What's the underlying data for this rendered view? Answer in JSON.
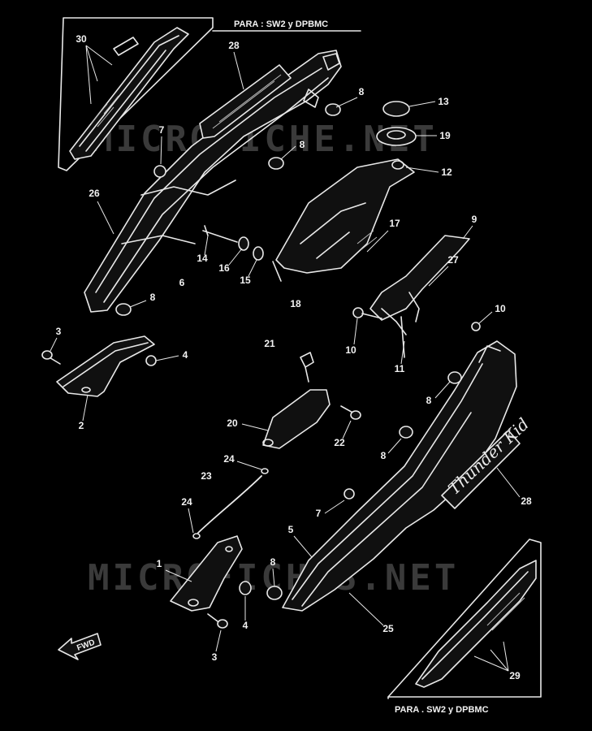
{
  "watermarks": [
    "MICROFICHE.NET",
    "MICROFICHES.NET"
  ],
  "insets": {
    "top_label": "PARA : SW2 y DPBMC",
    "bottom_label": "PARA . SW2 y DPBMC"
  },
  "emblem_text": "Thunder Kid",
  "direction_arrow": "FWD",
  "callouts": {
    "c1": "1",
    "c2": "2",
    "c3a": "3",
    "c3b": "3",
    "c4a": "4",
    "c4b": "4",
    "c5": "5",
    "c6": "6",
    "c7a": "7",
    "c7b": "7",
    "c8a": "8",
    "c8b": "8",
    "c8c": "8",
    "c8d": "8",
    "c8e": "8",
    "c8f": "8",
    "c9": "9",
    "c10a": "10",
    "c10b": "10",
    "c11": "11",
    "c12": "12",
    "c13": "13",
    "c14": "14",
    "c15": "15",
    "c16": "16",
    "c17": "17",
    "c18": "18",
    "c19": "19",
    "c20": "20",
    "c21": "21",
    "c22": "22",
    "c23": "23",
    "c24a": "24",
    "c24b": "24",
    "c25": "25",
    "c26": "26",
    "c27": "27",
    "c28a": "28",
    "c28b": "28",
    "c29": "29",
    "c30": "30"
  }
}
